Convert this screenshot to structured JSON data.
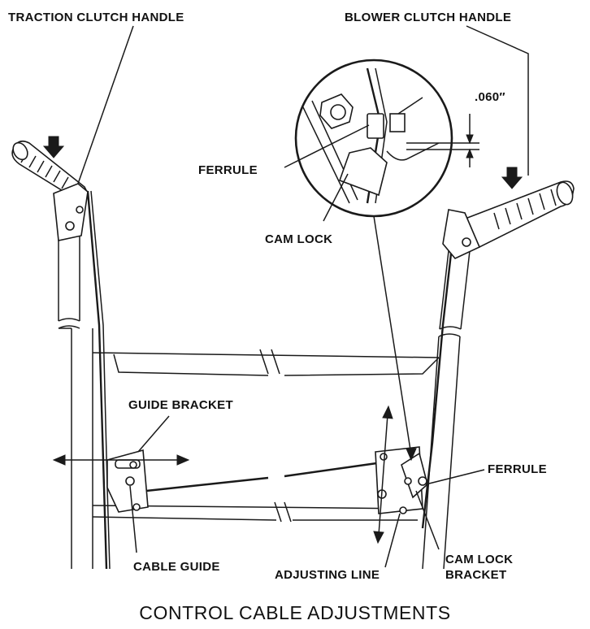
{
  "labels": {
    "traction_handle": "TRACTION CLUTCH HANDLE",
    "blower_handle": "BLOWER CLUTCH HANDLE",
    "gap": ".060″",
    "ferrule_detail": "FERRULE",
    "cam_lock": "CAM LOCK",
    "guide_bracket": "GUIDE BRACKET",
    "ferrule": "FERRULE",
    "cable_guide": "CABLE GUIDE",
    "adjusting_line": "ADJUSTING LINE",
    "cam_lock_bracket_1": "CAM LOCK",
    "cam_lock_bracket_2": "BRACKET"
  },
  "title": "CONTROL CABLE ADJUSTMENTS",
  "colors": {
    "ink": "#1a1a1a",
    "paper": "#ffffff"
  }
}
